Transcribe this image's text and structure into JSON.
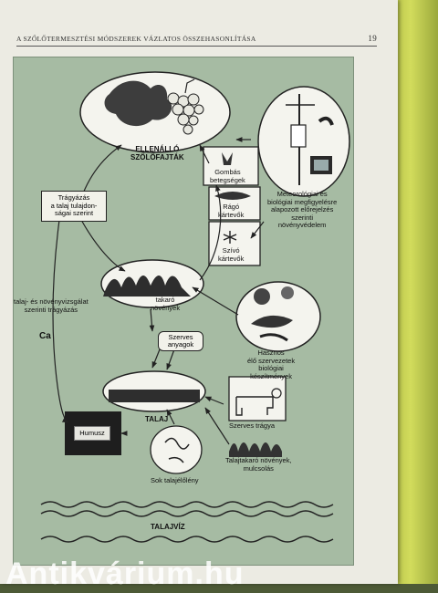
{
  "page": {
    "running_title": "A SZŐLŐTERMESZTÉSI MÓDSZEREK VÁZLATOS ÖSSZEHASONLÍTÁSA",
    "page_number": "19"
  },
  "diagram": {
    "resistant_varieties": "ELLENÁLLÓ\nSZŐLŐFAJTÁK",
    "fungal_diseases": "Gombás\nbetegségek",
    "chewing_pests": "Rágó\nkártevők",
    "sucking_pests": "Szívó\nkártevők",
    "forecast": "Meteorológiai és\nbiológiai megfigyelésre\nalapozott előrejelzés\nszerinti\nnövényvédelem",
    "fertilization_box": "Trágyázás\na talaj tulajdon-\nságai szerint",
    "fertilization_text": "talaj- és növényvizsgálat\nszerinti trágyázás",
    "cover_crops": "takaró\nnövények",
    "organic_matter": "Szerves\nanyagok",
    "beneficials": "Hasznos\nélő szervezetek\nbiológiai\nkészítmények",
    "ca": "Ca",
    "soil": "TALAJ",
    "manure": "Szerves trágya",
    "humus": "Humusz",
    "mulch": "Talajtakaró növények,\nmulcsolás",
    "soil_life": "Sok talajélőlény",
    "groundwater": "TALAJVÍZ"
  },
  "watermark": "Antikvárium.hu",
  "colors": {
    "figure_background": "#a6bba3",
    "page": "#ecebe3",
    "book_edge": "#c4cf52"
  }
}
